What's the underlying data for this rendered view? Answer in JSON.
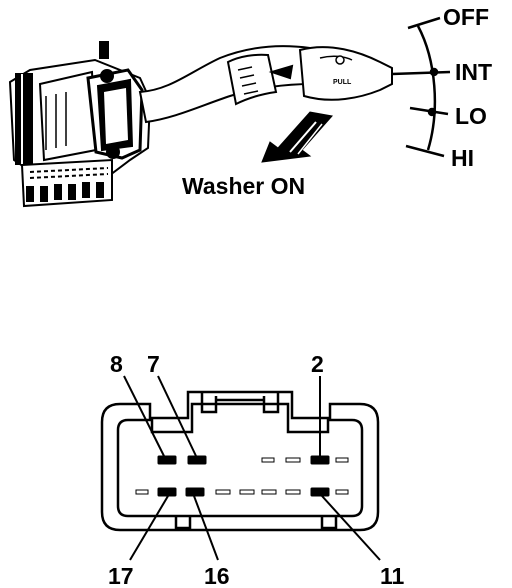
{
  "switch_view": {
    "positions": [
      "OFF",
      "INT",
      "LO",
      "HI"
    ],
    "washer_label": "Washer ON",
    "knob_text": "PULL"
  },
  "connector": {
    "top_pins": [
      "8",
      "7",
      "2"
    ],
    "bottom_pins": [
      "17",
      "16",
      "11"
    ]
  }
}
